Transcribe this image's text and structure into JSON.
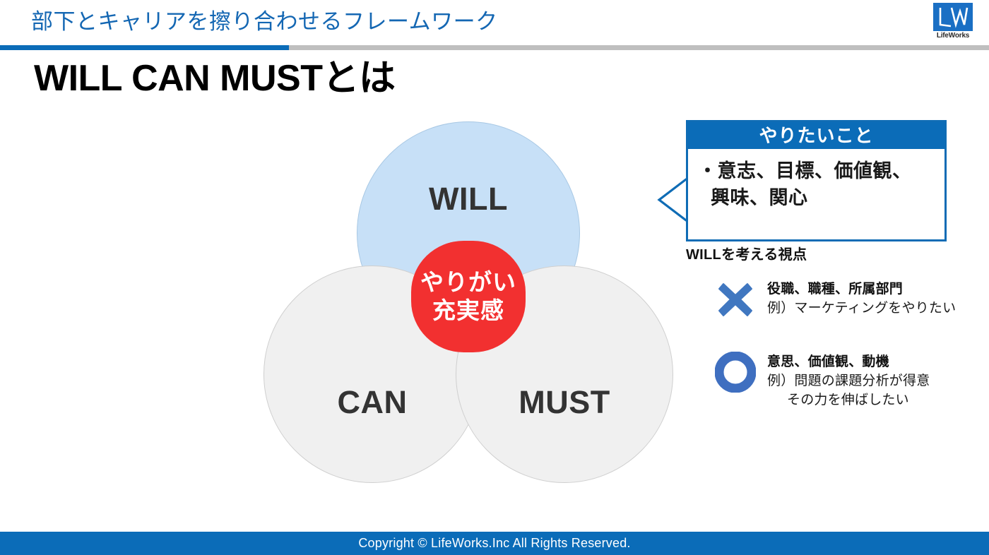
{
  "header": {
    "eyebrow": "部下とキャリアを擦り合わせるフレームワーク",
    "rule_blue_color": "#0b6cb8",
    "rule_gray_color": "#bfbfbf"
  },
  "logo": {
    "mark_label": "LW",
    "wordmark": "LifeWorks",
    "brand_color": "#1a6fc4"
  },
  "title": "WILL CAN MUSTとは",
  "venn": {
    "will": {
      "label": "WILL",
      "fill": "#c7e0f7"
    },
    "can": {
      "label": "CAN",
      "fill": "#f0f0f0"
    },
    "must": {
      "label": "MUST",
      "fill": "#f0f0f0"
    },
    "core": {
      "line1": "やりがい",
      "line2": "充実感",
      "fill": "#f23030",
      "text_color": "#ffffff"
    }
  },
  "callout": {
    "heading": "やりたいこと",
    "body_line1": "・意志、目標、価値観、",
    "body_line2": "興味、関心",
    "border_color": "#0f6cb5",
    "header_bg": "#0b6cb8"
  },
  "viewpoints": {
    "heading": "WILLを考える視点",
    "items": [
      {
        "icon": "cross-icon",
        "icon_color": "#4077c0",
        "title": "役職、職種、所属部門",
        "example_line1": "例）マーケティングをやりたい",
        "example_line2": ""
      },
      {
        "icon": "circle-icon",
        "icon_color": "#3f6fc0",
        "title": "意思、価値観、動機",
        "example_line1": "例）問題の課題分析が得意",
        "example_line2": "その力を伸ばしたい"
      }
    ]
  },
  "footer": {
    "copyright": "Copyright © LifeWorks.Inc All Rights Reserved.",
    "bg": "#0b6cb8"
  }
}
